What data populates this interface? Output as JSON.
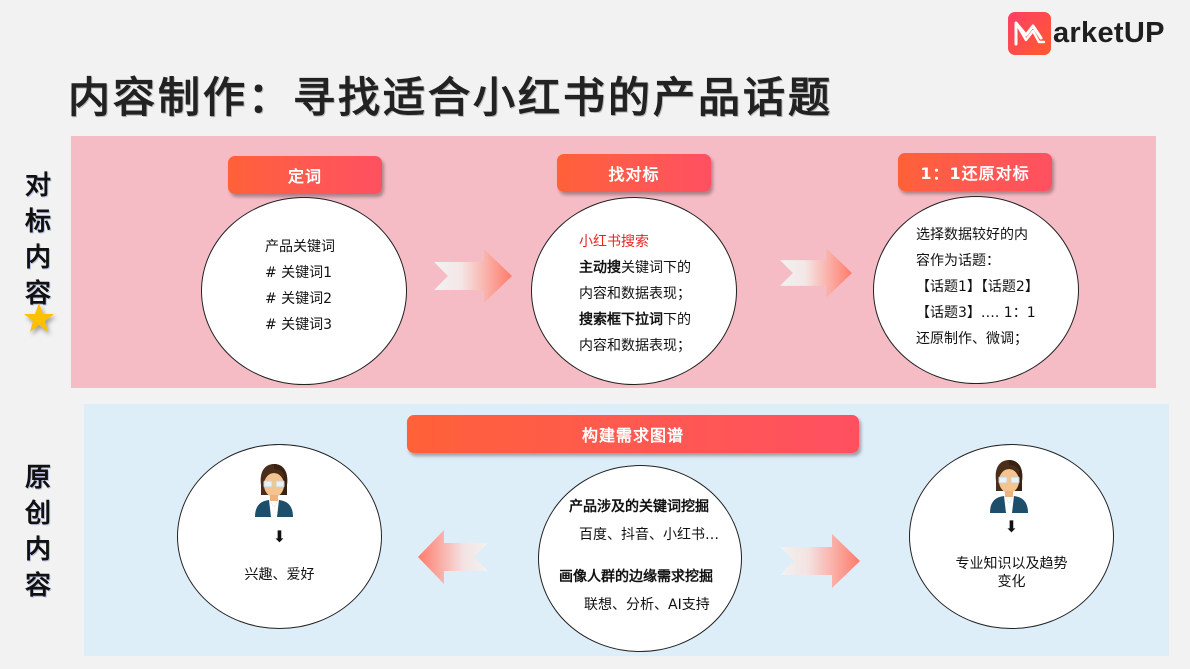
{
  "brand": {
    "logo_text": "arketUP",
    "logo_mark": "M-icon",
    "colors": {
      "logo_start": "#ff3f66",
      "logo_end": "#ff5a2e"
    }
  },
  "page": {
    "title": "内容制作：寻找适合小红书的产品话题"
  },
  "colors": {
    "pink_panel": "#f6bcc6",
    "blue_panel": "#ddeef9",
    "pill_start": "#ff6138",
    "pill_end": "#ff5061",
    "highlight_red": "#e8261f",
    "star": "#ffc000"
  },
  "section_benchmark": {
    "side_label": [
      "对",
      "标",
      "内",
      "容"
    ],
    "side_icon": "star-icon",
    "steps": [
      {
        "header": "定词",
        "lines": [
          "产品关键词",
          "#  关键词1",
          "#  关键词2",
          "#  关键词3"
        ]
      },
      {
        "header": "找对标",
        "highlight": "小红书搜索",
        "line1_bold": "主动搜",
        "line1_rest": "关键词下的",
        "line2": "内容和数据表现；",
        "line3_bold": "搜索框下拉词",
        "line3_rest": "下的",
        "line4": "内容和数据表现；"
      },
      {
        "header": "1：1还原对标",
        "lines": [
          "选择数据较好的内",
          "容作为话题：",
          "【话题1】【话题2】",
          "【话题3】…. 1：1",
          "还原制作、微调；"
        ]
      }
    ]
  },
  "section_original": {
    "side_label": [
      "原",
      "创",
      "内",
      "容"
    ],
    "header": "构建需求图谱",
    "left": {
      "icon": "person-icon",
      "arrow": "⬇",
      "text": "兴趣、爱好"
    },
    "center": {
      "heading1": "产品涉及的关键词挖掘",
      "sub1": "百度、抖音、小红书…",
      "heading2": "画像人群的边缘需求挖掘",
      "sub2": "联想、分析、AI支持"
    },
    "right": {
      "icon": "person-icon",
      "arrow": "⬇",
      "text_line1": "专业知识以及趋势",
      "text_line2": "变化"
    }
  }
}
